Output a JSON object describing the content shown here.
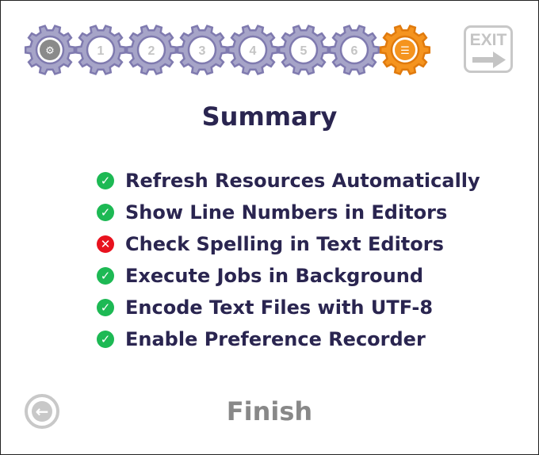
{
  "steps": [
    {
      "label": "",
      "icon": "settings-icon",
      "state": "done"
    },
    {
      "label": "1",
      "state": "done"
    },
    {
      "label": "2",
      "state": "done"
    },
    {
      "label": "3",
      "state": "done"
    },
    {
      "label": "4",
      "state": "done"
    },
    {
      "label": "5",
      "state": "done"
    },
    {
      "label": "6",
      "state": "done"
    },
    {
      "label": "",
      "icon": "checklist-icon",
      "state": "current"
    }
  ],
  "colors": {
    "gear": "#a6a4c8",
    "gear_stroke": "#7f7aaf",
    "current": "#f5941f",
    "current_stroke": "#e07a0d",
    "ok": "#1db954",
    "bad": "#e8121e"
  },
  "exit_label": "EXIT",
  "title": "Summary",
  "items": [
    {
      "label": "Refresh Resources Automatically",
      "status": "ok"
    },
    {
      "label": "Show Line Numbers in Editors",
      "status": "ok"
    },
    {
      "label": "Check Spelling in Text Editors",
      "status": "bad"
    },
    {
      "label": "Execute Jobs in Background",
      "status": "ok"
    },
    {
      "label": "Encode Text Files with UTF-8",
      "status": "ok"
    },
    {
      "label": "Enable Preference Recorder",
      "status": "ok"
    }
  ],
  "finish_label": "Finish"
}
